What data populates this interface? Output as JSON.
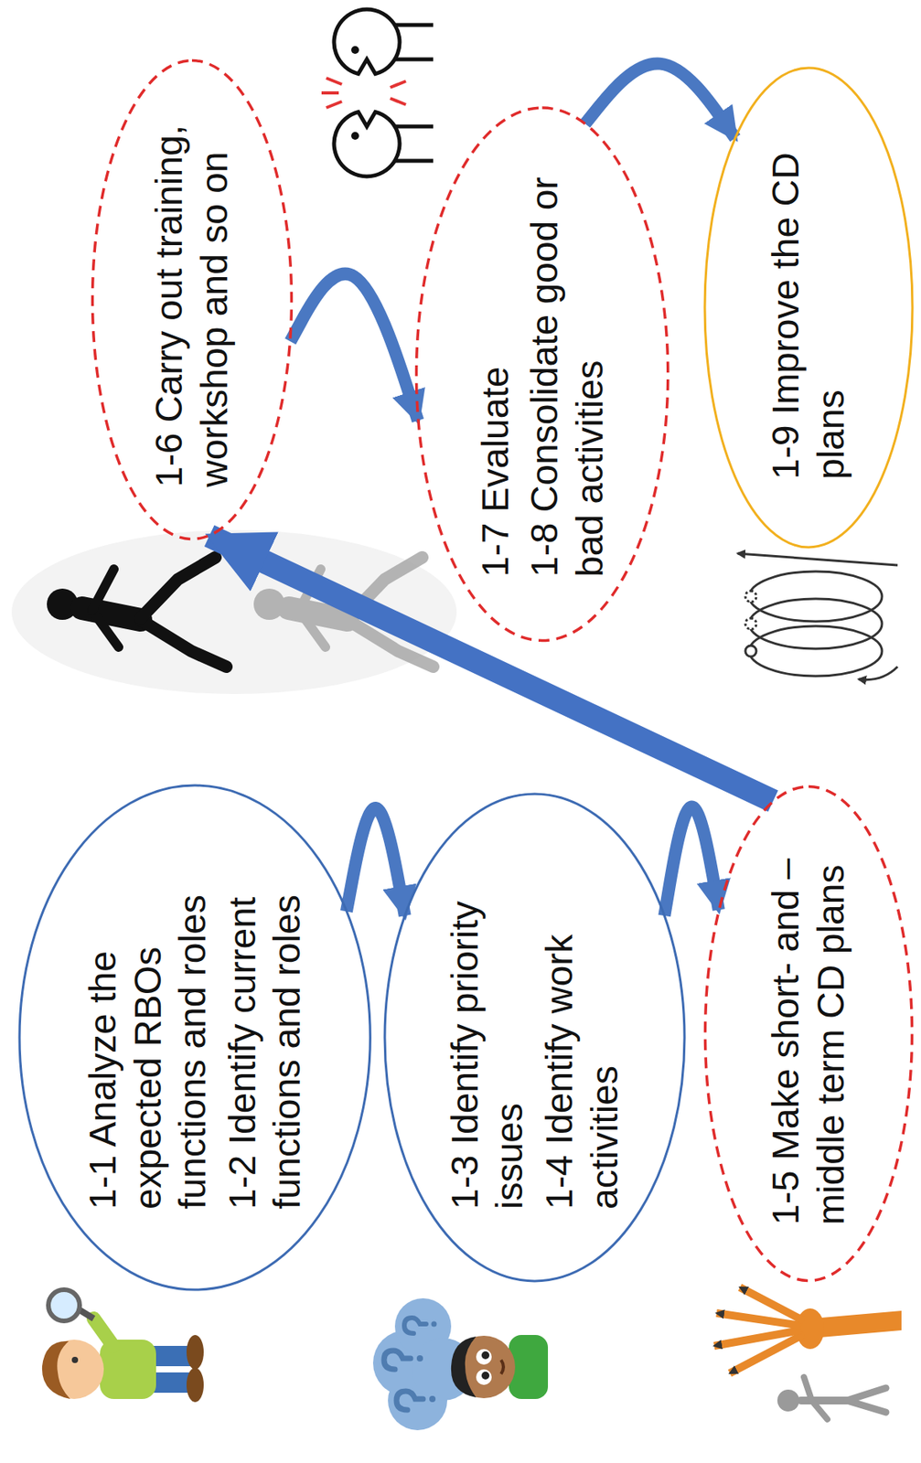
{
  "diagram": {
    "nodes": [
      {
        "text": [
          "1-1 Analyze the expected RBOs functions and roles",
          "1-2 Identify current functions and roles"
        ]
      },
      {
        "text": [
          "1-3 Identify priority issues",
          "1-4 Identify work activities"
        ]
      },
      {
        "text": [
          "1-5 Make short- and – middle term CD plans"
        ]
      },
      {
        "text": [
          "1-6 Carry out training, workshop and so on"
        ]
      },
      {
        "text": [
          "1-7 Evaluate",
          "1-8 Consolidate good or bad activities"
        ]
      },
      {
        "text": [
          "1-9 Improve the CD plans"
        ]
      }
    ],
    "edges": [
      {
        "from": 0,
        "to": 1,
        "arrow": "to"
      },
      {
        "from": 1,
        "to": 2,
        "arrow": "to"
      },
      {
        "from": 2,
        "to": 3,
        "arrow": "to"
      },
      {
        "from": 3,
        "to": 4,
        "arrow": "to"
      },
      {
        "from": 4,
        "to": 5,
        "arrow": "to"
      }
    ]
  }
}
